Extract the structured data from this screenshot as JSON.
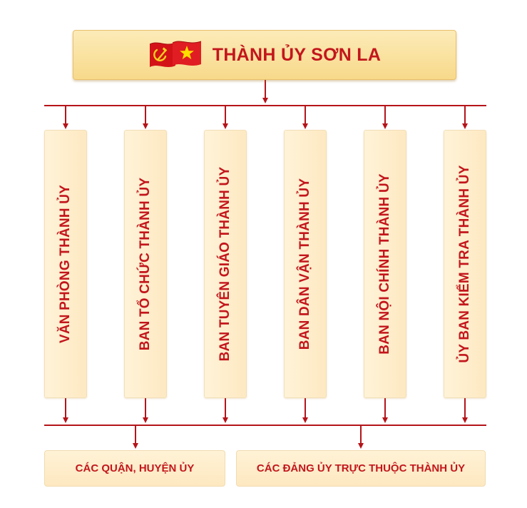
{
  "header": {
    "title": "THÀNH ỦY SƠN LA",
    "icon": "party-and-national-flags-icon"
  },
  "departments": [
    {
      "label": "VĂN PHÒNG THÀNH ỦY"
    },
    {
      "label": "BAN TỔ CHỨC THÀNH ỦY"
    },
    {
      "label": "BAN TUYÊN GIÁO THÀNH ỦY"
    },
    {
      "label": "BAN DÂN VẬN THÀNH ỦY"
    },
    {
      "label": "BAN NỘI CHÍNH THÀNH ỦY"
    },
    {
      "label": "ỦY BAN KIỂM TRA THÀNH ỦY"
    }
  ],
  "bottom_units": [
    {
      "label": "CÁC QUẬN, HUYỆN ỦY"
    },
    {
      "label": "CÁC ĐẢNG ỦY TRỰC THUỘC THÀNH ỦY"
    }
  ],
  "colors": {
    "accent": "#c3161c",
    "connector": "#b4141a",
    "box_fill": "#fde9c2",
    "header_fill": "#f7d98a"
  }
}
